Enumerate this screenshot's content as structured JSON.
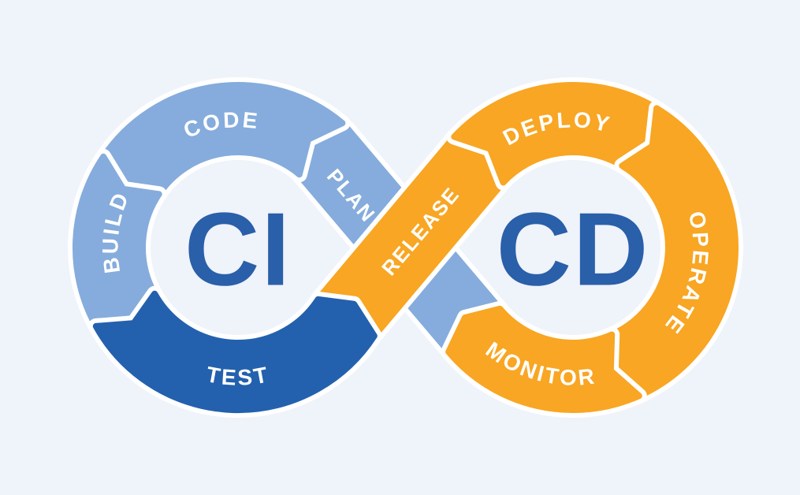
{
  "diagram": {
    "titles": {
      "ci": "CI",
      "cd": "CD"
    },
    "segments": {
      "plan": "PLAN",
      "code": "CODE",
      "build": "BUILD",
      "test": "TEST",
      "release": "RELEASE",
      "deploy": "DEPLOY",
      "operate": "OPERATE",
      "monitor": "MONITOR"
    },
    "flow_order": [
      "PLAN",
      "CODE",
      "BUILD",
      "TEST",
      "RELEASE",
      "DEPLOY",
      "OPERATE",
      "MONITOR"
    ],
    "colors": {
      "background": "#EFF3FA",
      "light_blue": "#85ACDC",
      "dark_blue": "#2361AE",
      "orange": "#F8A623",
      "separator": "#FFFFFF",
      "label_text": "#FFFFFF",
      "title_text": "#2A5FA9"
    }
  }
}
